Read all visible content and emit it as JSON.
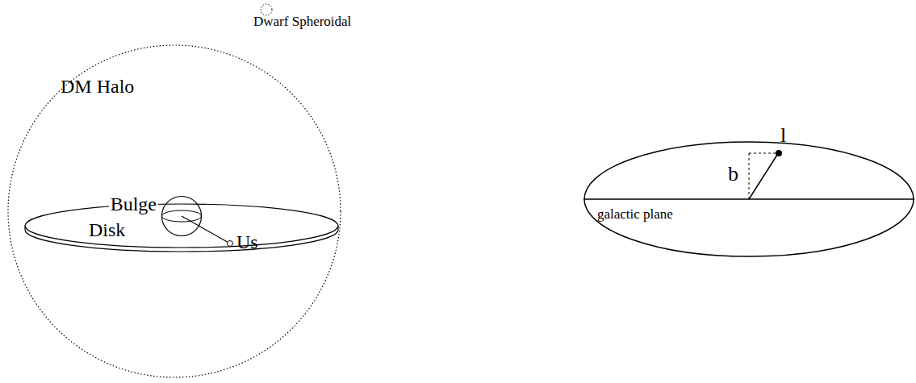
{
  "diagram": {
    "nodes": [
      {
        "text": [
          "DM Halo"
        ]
      },
      {
        "text": [
          "Dwarf Spheroidal"
        ]
      },
      {
        "text": [
          "Disk"
        ],
        "in": 0
      },
      {
        "text": [
          "Bulge"
        ],
        "in": 2
      },
      {
        "text": [
          "Us"
        ],
        "in": 2
      },
      {
        "text": [
          "galactic plane"
        ]
      }
    ],
    "edges": [
      {
        "from": 3,
        "to": 4,
        "arrow": "none"
      }
    ],
    "labels": [
      "l",
      "b"
    ]
  }
}
